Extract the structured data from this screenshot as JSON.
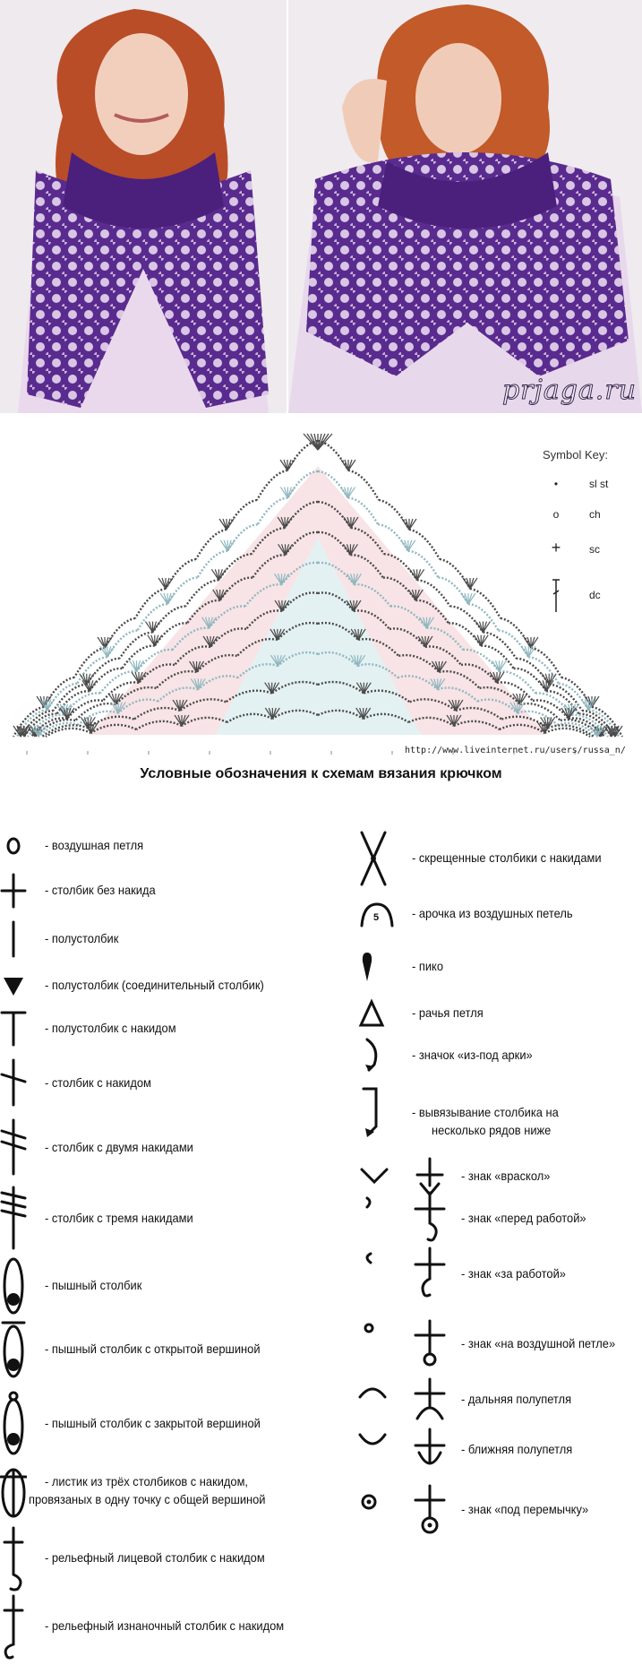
{
  "photos": {
    "watermark": "prjaga.ru"
  },
  "chart": {
    "symbol_key_title": "Symbol Key:",
    "symbol_key": [
      {
        "icon": "dot-icon",
        "label": "sl st"
      },
      {
        "icon": "oval-icon",
        "label": "ch"
      },
      {
        "icon": "plus-icon",
        "label": "sc"
      },
      {
        "icon": "dc-icon",
        "label": "dc"
      }
    ],
    "source_url": "http://www.liveinternet.ru/users/russa_n/",
    "colors": {
      "dark": "#4a4a4a",
      "blue": "#8fb7bf",
      "pink": "#f6dde0",
      "light_blue": "#e4f1f2"
    }
  },
  "legend": {
    "title": "Условные обозначения к схемам вязания крючком",
    "left": [
      {
        "icon": "chain-circle-icon",
        "text": "- воздушная петля"
      },
      {
        "icon": "single-crochet-icon",
        "text": "- столбик без накида"
      },
      {
        "icon": "half-stitch-icon",
        "text": "- полустолбик"
      },
      {
        "icon": "slip-stitch-triangle-icon",
        "text": "- полустолбик (соединительный столбик)"
      },
      {
        "icon": "half-double-icon",
        "text": "- полустолбик с накидом"
      },
      {
        "icon": "double-crochet-icon",
        "text": "- столбик с накидом"
      },
      {
        "icon": "treble-icon",
        "text": "- столбик с двумя накидами"
      },
      {
        "icon": "double-treble-icon",
        "text": "- столбик с тремя накидами"
      },
      {
        "icon": "puff-icon",
        "text": "- пышный столбик"
      },
      {
        "icon": "puff-open-top-icon",
        "text": "- пышный столбик с открытой вершиной"
      },
      {
        "icon": "puff-closed-top-icon",
        "text": "- пышный столбик с закрытой вершиной"
      },
      {
        "icon": "leaf-cluster-icon",
        "text": "- листик из трёх столбиков с накидом,",
        "text2": "провязаных в одну точку с общей вершиной"
      },
      {
        "icon": "front-post-icon",
        "text": "- рельефный лицевой столбик с накидом"
      },
      {
        "icon": "back-post-icon",
        "text": "- рельефный изнаночный столбик с накидом"
      }
    ],
    "right": [
      {
        "icon": "crossed-stitches-icon",
        "text": "- скрещенные столбики с накидами"
      },
      {
        "icon": "chain-arch-icon",
        "badge": "5",
        "text": "- арочка из воздушных петель"
      },
      {
        "icon": "picot-icon",
        "text": "- пико"
      },
      {
        "icon": "crab-stitch-triangle-icon",
        "text": "- рачья петля"
      },
      {
        "icon": "under-arch-icon",
        "text": "- значок «из-под арки»"
      },
      {
        "icon": "spike-stitch-icon",
        "text": "- вывязывание столбика на",
        "text2": "несколько рядов ниже"
      },
      {
        "icon": "split-stitch-icon",
        "text": "- знак «враскол»"
      },
      {
        "icon": "front-loop-icon",
        "text": "- знак «перед работой»"
      },
      {
        "icon": "back-loop-icon",
        "text": "- знак «за работой»"
      },
      {
        "icon": "on-chain-icon",
        "text": "- знак «на воздушной петле»"
      },
      {
        "icon": "back-half-loop-icon",
        "text": "- дальняя полупетля"
      },
      {
        "icon": "front-half-loop-icon",
        "text": "- ближняя полупетля"
      },
      {
        "icon": "under-bar-icon",
        "text": "- знак «под перемычку»"
      }
    ]
  }
}
